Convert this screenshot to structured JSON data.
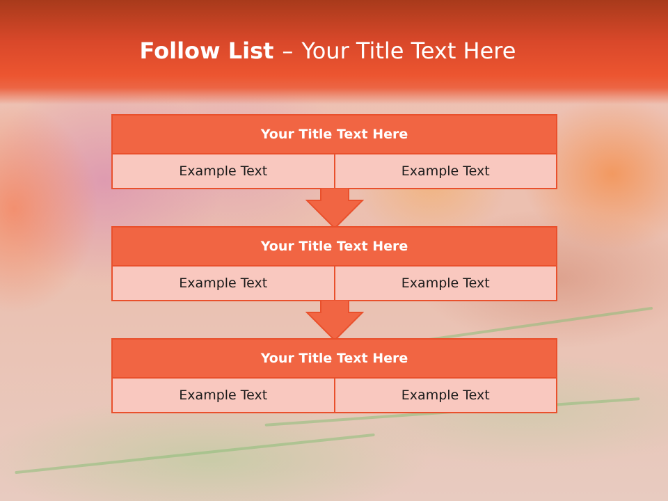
{
  "slide": {
    "title_bold": "Follow List",
    "title_dash": "–",
    "title_rest": "Your Title Text Here"
  },
  "steps": [
    {
      "title": "Your Title Text Here",
      "left": "Example Text",
      "right": "Example Text"
    },
    {
      "title": "Your Title Text Here",
      "left": "Example Text",
      "right": "Example Text"
    },
    {
      "title": "Your Title Text Here",
      "left": "Example Text",
      "right": "Example Text"
    }
  ],
  "colors": {
    "header_dark": "#a83a1b",
    "header_accent": "#ec5530",
    "box_title_fill": "#f16543",
    "box_body_fill": "#f9c8bf",
    "box_border": "#e9502c",
    "arrow_fill": "#f16543"
  }
}
